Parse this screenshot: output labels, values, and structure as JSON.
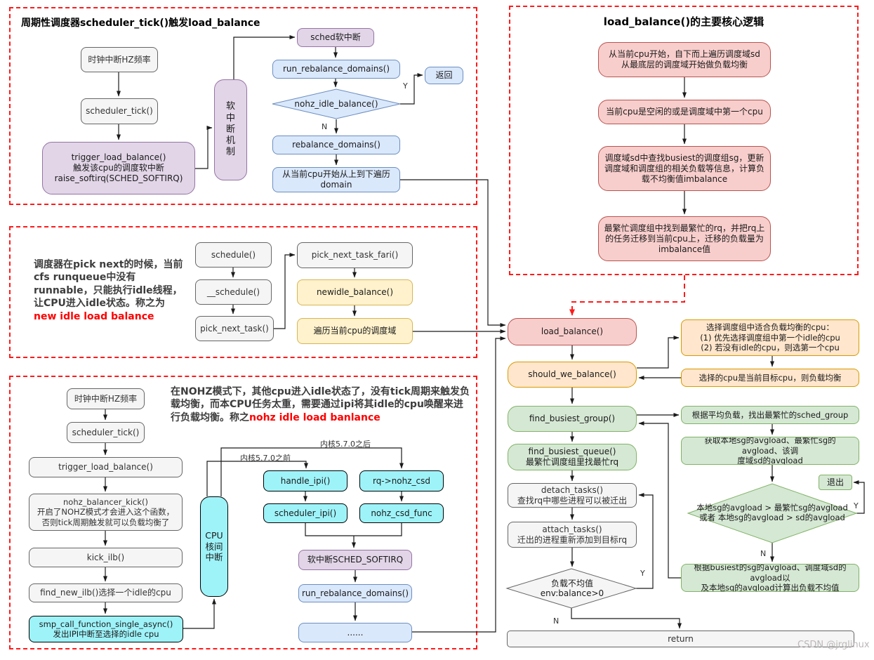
{
  "diagram": {
    "watermark": "CSDN @jrglinux",
    "labels": {
      "yes": "Y",
      "no": "N"
    },
    "colors": {
      "dashed_border": "#ff1a1a",
      "gray_fill": "#f5f5f5",
      "gray_stroke": "#666666",
      "purple_fill": "#e1d5e7",
      "purple_stroke": "#9673a6",
      "blue_fill": "#dae8fc",
      "blue_stroke": "#6c8ebf",
      "red_fill": "#f8cecc",
      "red_stroke": "#b85450",
      "yellow_fill": "#fff2cc",
      "yellow_stroke": "#d6b656",
      "orange_fill": "#ffe6cc",
      "orange_stroke": "#d79b00",
      "green_fill": "#d5e8d4",
      "green_stroke": "#82b366",
      "cyan_fill": "#9ef3f9",
      "highlight_text": "#ff0000"
    },
    "periodic": {
      "title": "周期性调度器scheduler_tick()触发load_balance",
      "clock": "时钟中断HZ频率",
      "scheduler_tick": "scheduler_tick()",
      "trigger": "trigger_load_balance()\n触发该cpu的调度软中断\nraise_softirq(SCHED_SOFTIRQ)",
      "softirq_mechanism": "软\n中\n断\n机\n制",
      "sched_softirq": "sched软中断",
      "run_rebalance_domains": "run_rebalance_domains()",
      "nohz_idle_balance": "nohz_idle_balance()",
      "return": "返回",
      "rebalance_domains": "rebalance_domains()",
      "traverse_domain": "从当前cpu开始从上到下遍历\ndomain"
    },
    "new_idle": {
      "note_text": "调度器在pick next的时候，当前cfs runqueue中没有runnable，只能执行idle线程，让CPU进入idle状态。称之为",
      "note_highlight": "new idle load balance",
      "schedule": "schedule()",
      "underscore_schedule": "__schedule()",
      "pick_next_task": "pick_next_task()",
      "pick_next_task_fari": "pick_next_task_fari()",
      "newidle_balance": "newidle_balance()",
      "traverse_cpu_domain": "遍历当前cpu的调度域"
    },
    "nohz": {
      "note_text": "在NOHZ模式下，其他cpu进入idle状态了，没有tick周期来触发负载均衡，而本CPU任务太重，需要通过ipi将其idle的cpu唤醒来进行负载均衡。称之",
      "note_highlight": "nohz idle load banlance",
      "clock": "时钟中断HZ频率",
      "scheduler_tick": "scheduler_tick()",
      "trigger_load_balance": "trigger_load_balance()",
      "nohz_balancer_kick": "nohz_balancer_kick()\n开启了NOHZ模式才会进入这个函数，\n否则tick周期触发就可以负载均衡了",
      "kick_ilb": "kick_ilb()",
      "find_new_ilb": "find_new_ilb()选择一个idle的cpu",
      "smp_call": "smp_call_function_single_async()\n发出IPI中断至选择的idle cpu",
      "cpu_ipi": "CPU\n核间\n中断",
      "kernel_before": "内核5.7.0之前",
      "kernel_after": "内核5.7.0之后",
      "handle_ipi": "handle_ipi()",
      "rq_nohz_csd": "rq->nohz_csd",
      "scheduler_ipi": "scheduler_ipi()",
      "nohz_csd_func": "nohz_csd_func",
      "sched_softirq": "软中断SCHED_SOFTIRQ",
      "run_rebalance_domains": "run_rebalance_domains()",
      "dots": "......"
    },
    "core_logic": {
      "title": "load_balance()的主要核心逻辑",
      "step1": "从当前cpu开始，自下而上遍历调度域sd\n从最底层的调度域开始做负载均衡",
      "step2": "当前cpu是空闲的或是调度域中第一个cpu",
      "step3": "调度域sd中查找busiest的调度组sg，更新\n调度域和调度组的相关负载等信息，计算负\n载不均衡值imbalance",
      "step4": "最繁忙调度组中找到最繁忙的rq，并把rq上\n的任务迁移到当前cpu上，迁移的负载量为\nimbalance值"
    },
    "main_flow": {
      "load_balance": "load_balance()",
      "should_we_balance": "should_we_balance()",
      "find_busiest_group": "find_busiest_group()",
      "find_busiest_queue": "find_busiest_queue()\n最繁忙调度组里找最忙rq",
      "detach_tasks": "detach_tasks()\n查找rq中哪些进程可以被迁出",
      "attach_tasks": "attach_tasks()\n迁出的进程重新添加到目标rq",
      "imbalance_check": "负载不均值\nenv:balance>0",
      "return": "return"
    },
    "annotations": {
      "choose_cpu": "选择调度组中适合负载均衡的cpu：\n(1) 优先选择调度组中第一个idle的cpu\n(2) 若没有idle的cpu，则选第一个cpu",
      "chosen_cpu": "选择的cpu是当前目标cpu，则负载均衡",
      "find_group": "根据平均负载，找出最繁忙的sched_group",
      "get_avgload": "获取本地sg的avgload、最繁忙sg的avgload、该调\n度域sd的avgload",
      "exit": "退出",
      "compare_avgload": "本地sg的avgload > 最繁忙sg的avgload\n或者 本地sg的avgload > sd的avgload",
      "calc_imbalance": "根据busiest的sg的avgload、调度域sd的avgload以\n及本地sg的avgload计算出负载不均值"
    }
  }
}
